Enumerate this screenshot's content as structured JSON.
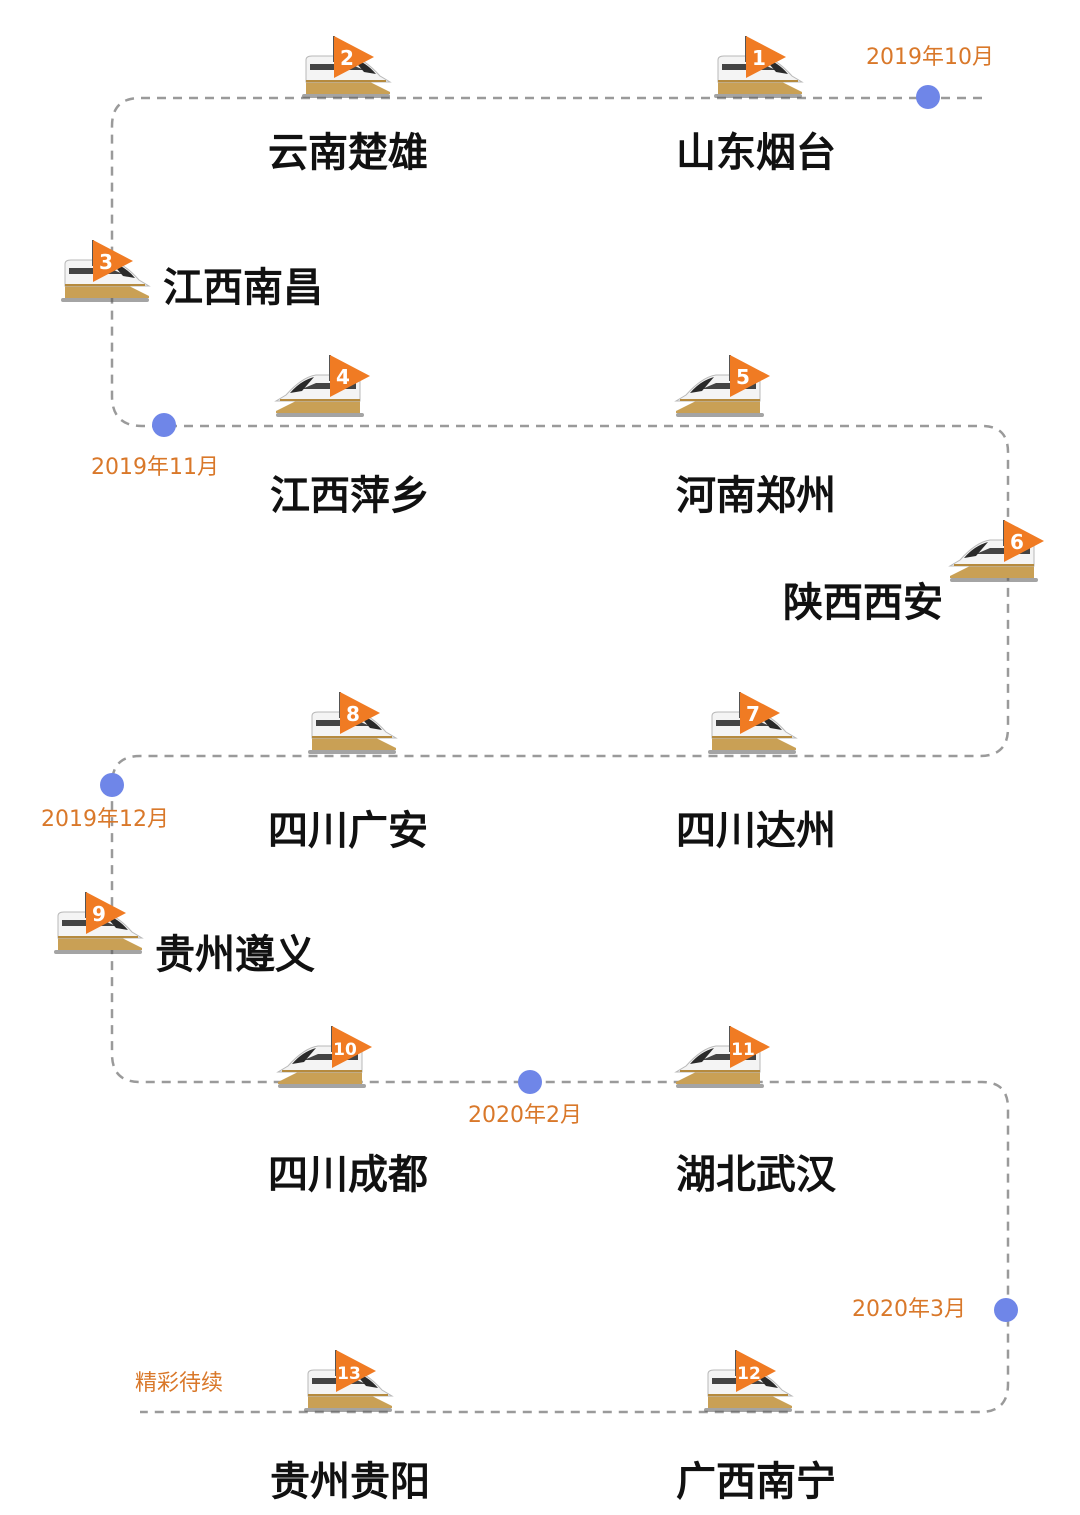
{
  "colors": {
    "route": "#9a9a9a",
    "dot": "#6f86e8",
    "flag": "#f07b23",
    "date_text": "#d9782a",
    "city_text": "#111111"
  },
  "stops": [
    {
      "number": "1",
      "city": "山东烟台"
    },
    {
      "number": "2",
      "city": "云南楚雄"
    },
    {
      "number": "3",
      "city": "江西南昌"
    },
    {
      "number": "4",
      "city": "江西萍乡"
    },
    {
      "number": "5",
      "city": "河南郑州"
    },
    {
      "number": "6",
      "city": "陕西西安"
    },
    {
      "number": "7",
      "city": "四川达州"
    },
    {
      "number": "8",
      "city": "四川广安"
    },
    {
      "number": "9",
      "city": "贵州遵义"
    },
    {
      "number": "10",
      "city": "四川成都"
    },
    {
      "number": "11",
      "city": "湖北武汉"
    },
    {
      "number": "12",
      "city": "广西南宁"
    },
    {
      "number": "13",
      "city": "贵州贵阳"
    }
  ],
  "milestones": [
    {
      "label": "2019年10月"
    },
    {
      "label": "2019年11月"
    },
    {
      "label": "2019年12月"
    },
    {
      "label": "2020年2月"
    },
    {
      "label": "2020年3月"
    }
  ],
  "ending_label": "精彩待续"
}
